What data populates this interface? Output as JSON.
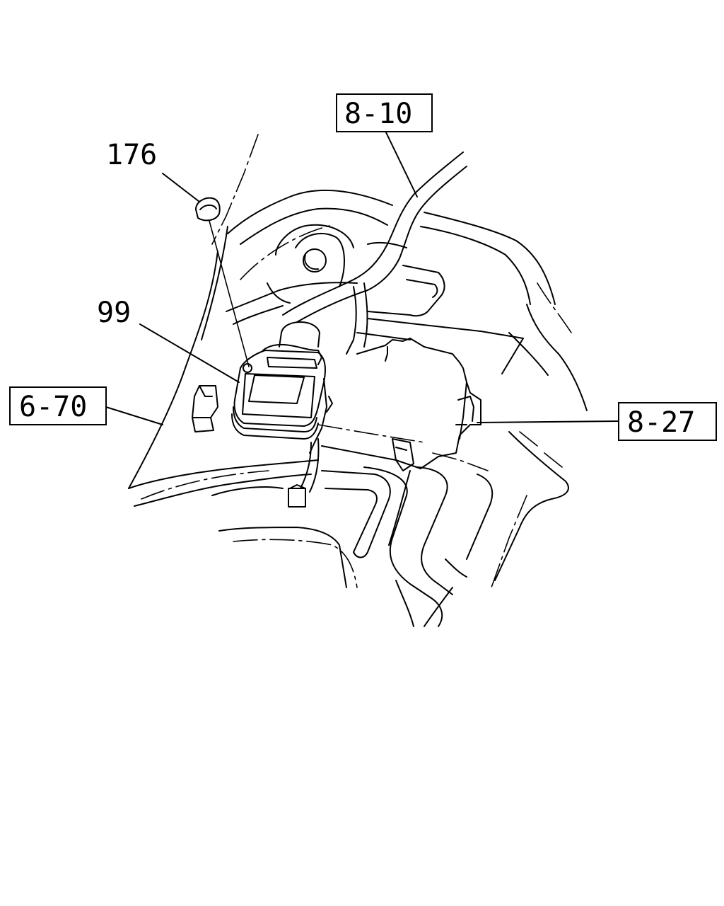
{
  "callouts": {
    "plain": [
      {
        "id": "176",
        "text": "176"
      },
      {
        "id": "99",
        "text": "99"
      }
    ],
    "boxed": [
      {
        "id": "8-10",
        "text": "8-10"
      },
      {
        "id": "6-70",
        "text": "6-70"
      },
      {
        "id": "8-27",
        "text": "8-27"
      }
    ]
  },
  "colors": {
    "ink": "#000000",
    "paper": "#ffffff"
  }
}
